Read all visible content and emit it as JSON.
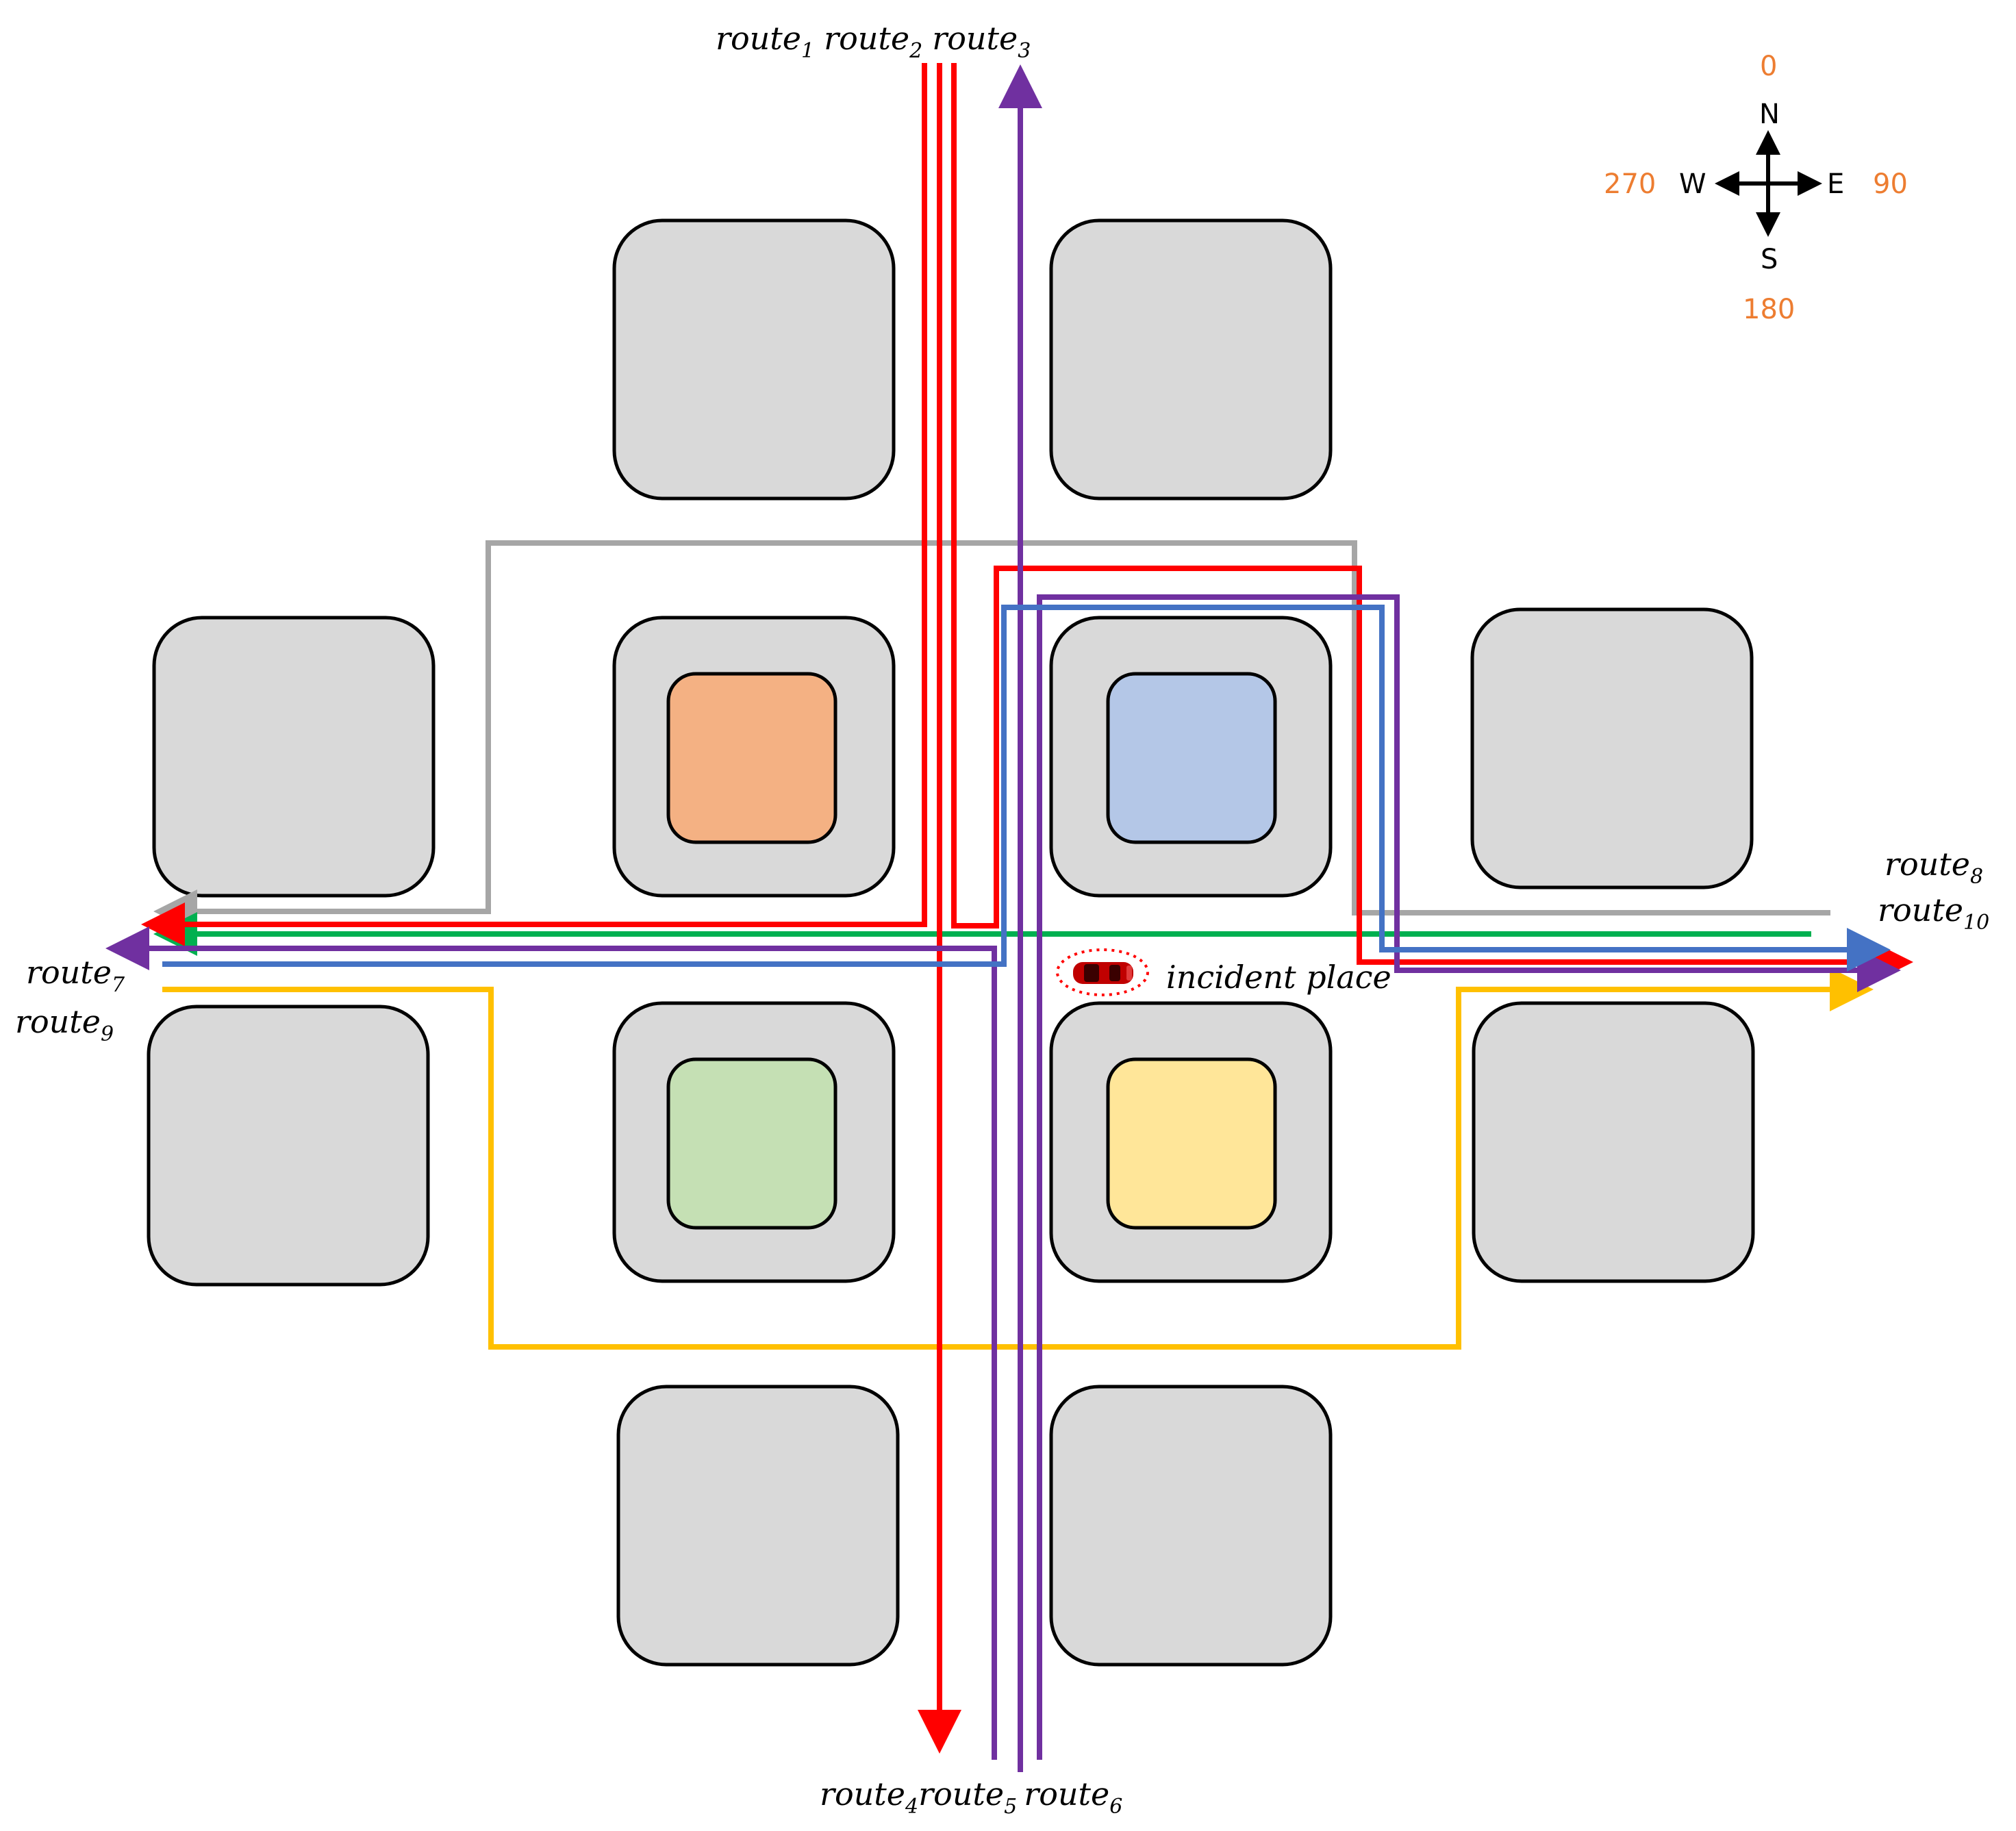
{
  "route_labels": {
    "top": {
      "r1": "route",
      "s1": "1",
      "r2": "route",
      "s2": "2",
      "r3": "route",
      "s3": "3"
    },
    "bottom": {
      "r4": "route",
      "s4": "4",
      "r5": "route",
      "s5": "5",
      "r6": "route",
      "s6": "6"
    },
    "left": {
      "r7": "route",
      "s7": "7",
      "r9": "route",
      "s9": "9"
    },
    "right": {
      "r8": "route",
      "s8": "8",
      "r10": "route",
      "s10": "10"
    }
  },
  "incident_label": "incident place",
  "compass": {
    "n": "N",
    "e": "E",
    "s": "S",
    "w": "W",
    "deg_n": "0",
    "deg_e": "90",
    "deg_s": "180",
    "deg_w": "270",
    "degree_color": "#ed7d31"
  },
  "colors": {
    "red": "#ff0000",
    "purple": "#7030a0",
    "blue": "#4472c4",
    "gray": "#a6a6a6",
    "green": "#00b050",
    "yellow": "#ffc000",
    "inner_orange": "#f4b183",
    "inner_blue": "#b4c7e7",
    "inner_green": "#c5e0b4",
    "inner_yellow": "#ffe699",
    "block_gray": "#d9d9d9"
  }
}
